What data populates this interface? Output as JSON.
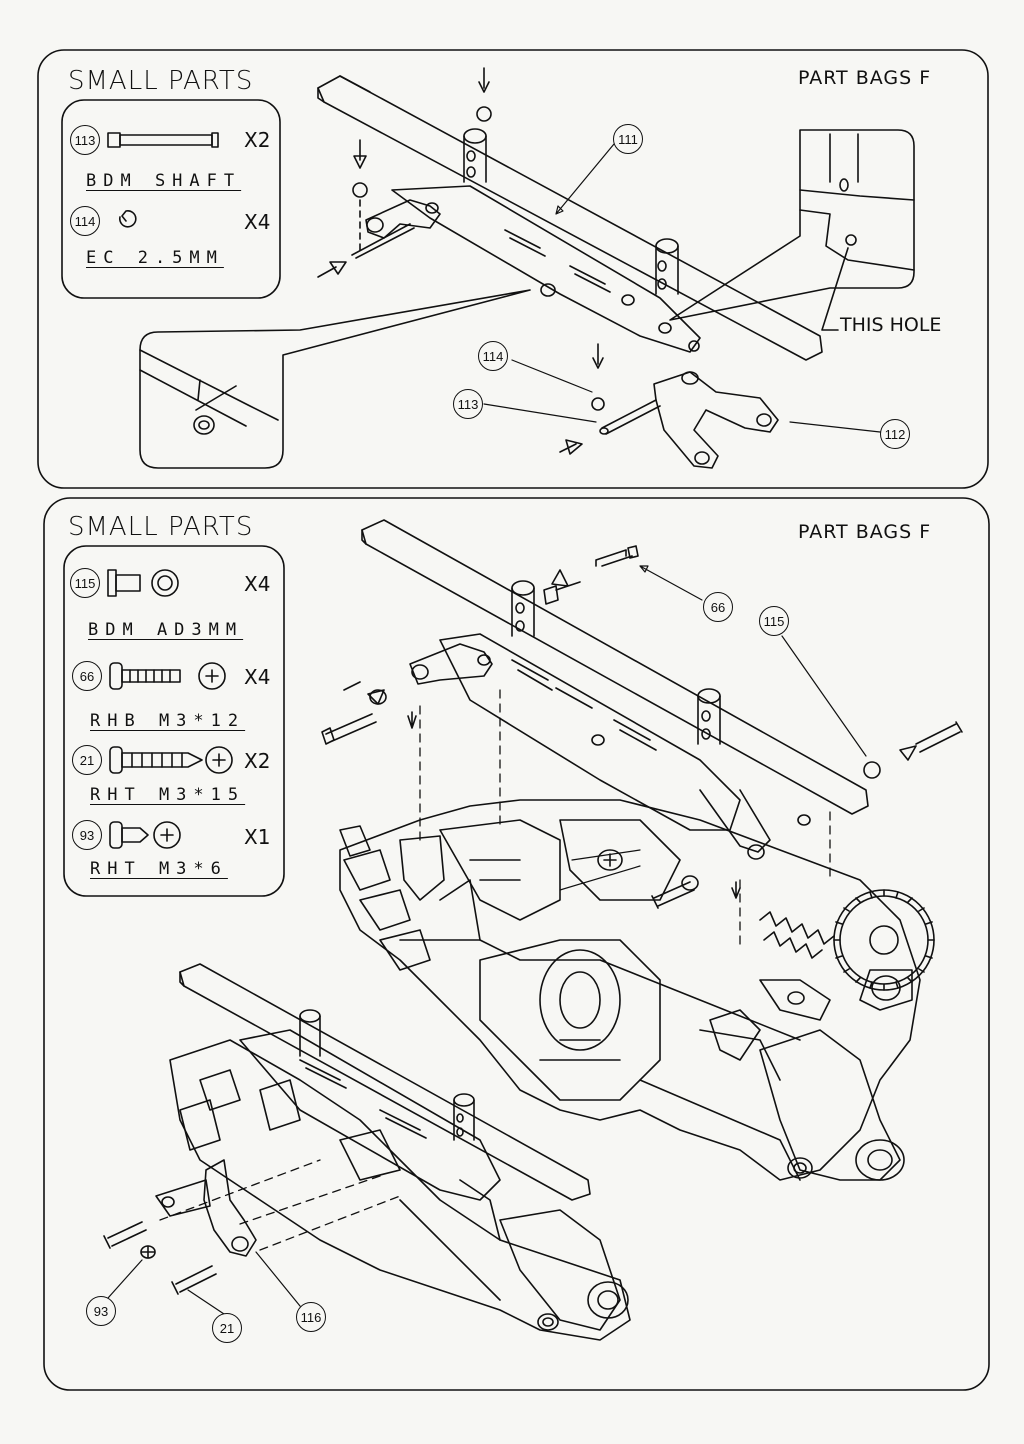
{
  "panels": [
    {
      "title": "SMALL PARTS",
      "bag_label": "PART BAGS F",
      "parts": [
        {
          "number": "113",
          "qty": "X2",
          "name": "BDM SHAFT",
          "icon": "shaft-icon"
        },
        {
          "number": "114",
          "qty": "X4",
          "name": "EC 2.5MM",
          "icon": "e-clip-icon"
        }
      ],
      "annotation": "THIS HOLE",
      "callouts": [
        "111",
        "114",
        "113",
        "112"
      ]
    },
    {
      "title": "SMALL PARTS",
      "bag_label": "PART BAGS F",
      "parts": [
        {
          "number": "115",
          "qty": "X4",
          "name": "BDM AD3MM",
          "icon": "bushing-icon"
        },
        {
          "number": "66",
          "qty": "X4",
          "name": "RHB M3*12",
          "icon": "screw-icon"
        },
        {
          "number": "21",
          "qty": "X2",
          "name": "RHT M3*15",
          "icon": "screw-icon"
        },
        {
          "number": "93",
          "qty": "X1",
          "name": "RHT M3*6",
          "icon": "screw-icon"
        }
      ],
      "callouts": [
        "66",
        "115",
        "93",
        "21",
        "116"
      ]
    }
  ],
  "colors": {
    "ink": "#111111",
    "paper": "#f7f7f4"
  }
}
